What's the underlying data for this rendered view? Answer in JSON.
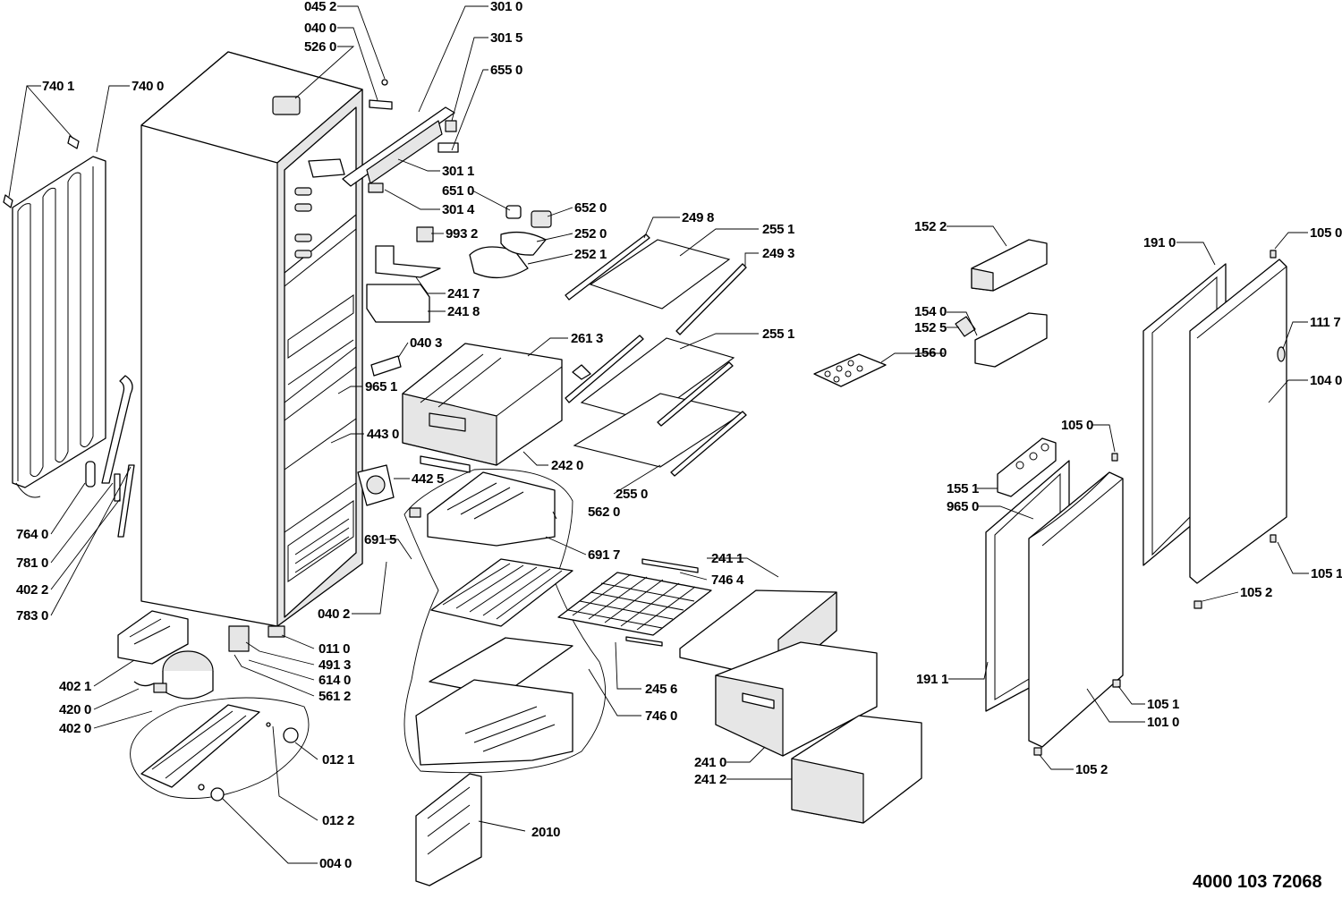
{
  "doc_number": "4000 103 72068",
  "labels": {
    "l0452": "045 2",
    "l0400": "040 0",
    "l5260": "526 0",
    "l3010": "301 0",
    "l3015": "301 5",
    "l6550": "655 0",
    "l7401": "740 1",
    "l7400": "740 0",
    "l3011": "301 1",
    "l6510": "651 0",
    "l3014": "301 4",
    "l6520": "652 0",
    "l9932": "993 2",
    "l2520": "252 0",
    "l2521": "252 1",
    "l2498": "249 8",
    "l2551a": "255 1",
    "l2493": "249 3",
    "l2417": "241 7",
    "l2418": "241 8",
    "l0403": "040 3",
    "l2613": "261 3",
    "l2551b": "255 1",
    "l9651": "965 1",
    "l4430": "443 0",
    "l2420": "242 0",
    "l4425": "442 5",
    "l2550": "255 0",
    "l5620": "562 0",
    "l6915": "691 5",
    "l6917": "691 7",
    "l7640": "764 0",
    "l7810": "781 0",
    "l4022": "402 2",
    "l7830": "783 0",
    "l0402": "040 2",
    "l2411": "241 1",
    "l7464": "746 4",
    "l0110": "011 0",
    "l4913": "491 3",
    "l6140": "614 0",
    "l5612": "561 2",
    "l4021": "402 1",
    "l4200": "420 0",
    "l4020": "402 0",
    "l0121": "012 1",
    "l0122": "012 2",
    "l0040": "004 0",
    "l2010": "2010",
    "l2456": "245 6",
    "l7460": "746 0",
    "l2410": "241 0",
    "l2412": "241 2",
    "l1522": "152 2",
    "l1540": "154 0",
    "l1525": "152 5",
    "l1560": "156 0",
    "l1050a": "105 0",
    "l1551": "155 1",
    "l9650": "965 0",
    "l1910": "191 0",
    "l1050b": "105 0",
    "l1117": "111 7",
    "l1040": "104 0",
    "l1051a": "105 1",
    "l1052a": "105 2",
    "l1911": "191 1",
    "l1051b": "105 1",
    "l1010": "101 0",
    "l1052b": "105 2"
  }
}
